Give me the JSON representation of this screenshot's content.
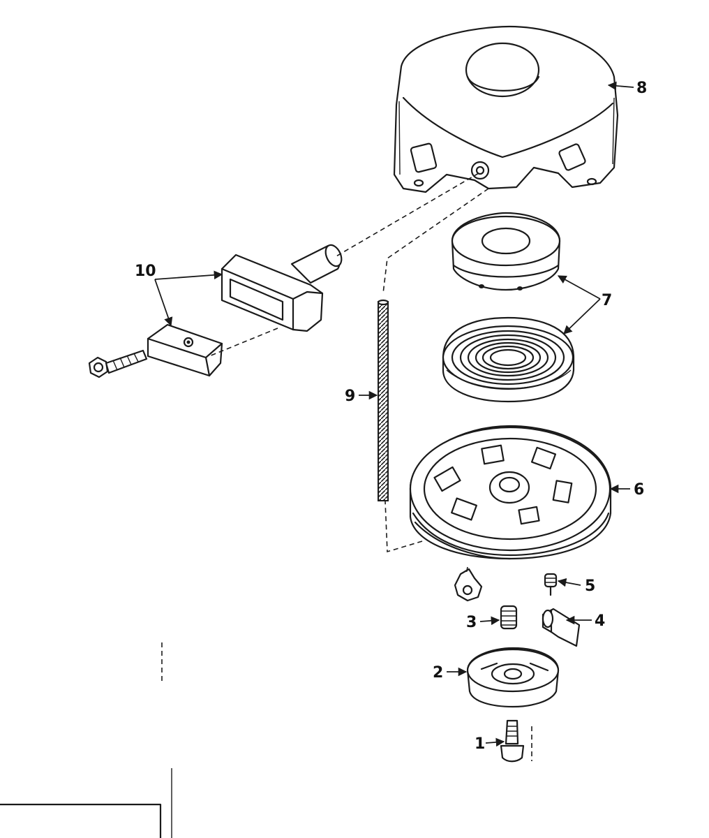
{
  "diagram": {
    "callouts": {
      "c1": "1",
      "c2": "2",
      "c3": "3",
      "c4": "4",
      "c5": "5",
      "c6": "6",
      "c7": "7",
      "c8": "8",
      "c9": "9",
      "c10": "10"
    },
    "ink_color": "#1a1a1a",
    "paper_color": "#ffffff"
  }
}
